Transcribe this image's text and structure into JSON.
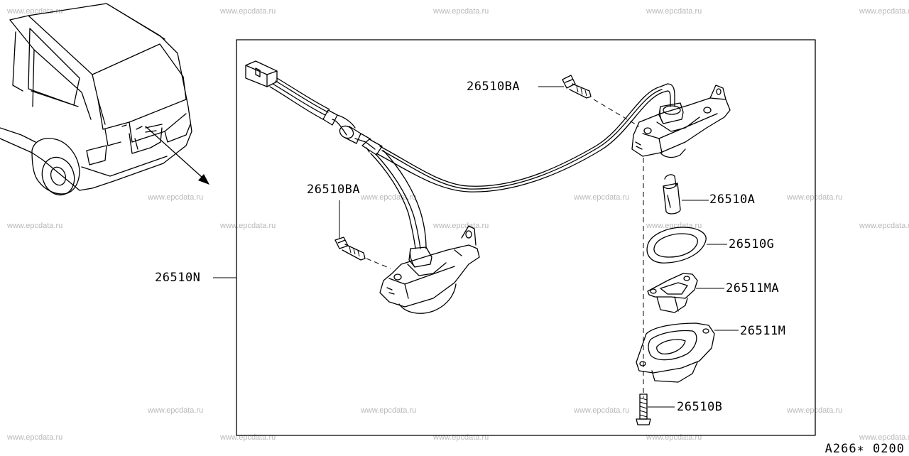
{
  "watermark": "www.epcdata.ru",
  "diagram_code": "A266∗ 0200",
  "parts": {
    "assembly": "26510N",
    "screw_upper": "26510BA",
    "screw_left": "26510BA",
    "bulb": "26510A",
    "gasket": "26510G",
    "bracket": "26511MA",
    "housing": "26511M",
    "screw_lower": "26510B"
  }
}
